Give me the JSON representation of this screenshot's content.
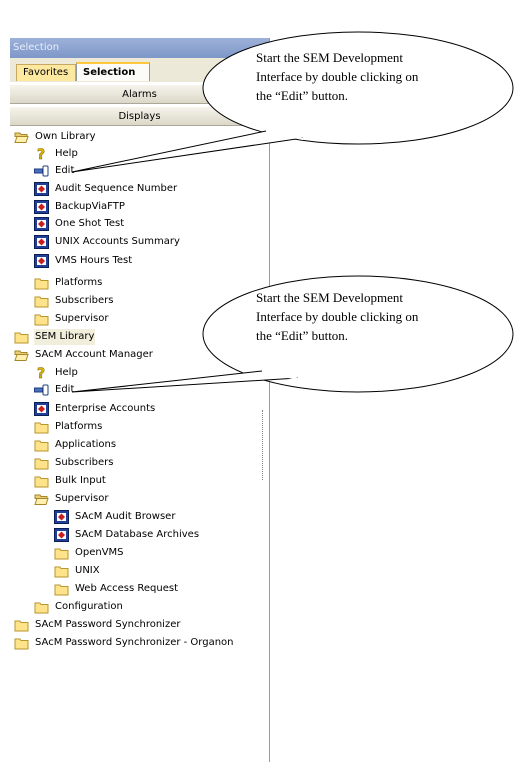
{
  "window": {
    "title": "Selection"
  },
  "tabs": {
    "favorites": "Favorites",
    "selection": "Selection"
  },
  "panel_buttons": {
    "alarms": "Alarms",
    "displays": "Displays"
  },
  "tree": [
    {
      "label": "Own Library",
      "icon": "folder-open-icon",
      "level": 0
    },
    {
      "label": "Help",
      "icon": "help-icon",
      "level": 1
    },
    {
      "label": "Edit",
      "icon": "edit-icon",
      "level": 1
    },
    {
      "label": "Audit Sequence Number",
      "icon": "display-icon",
      "level": 1
    },
    {
      "label": "BackupViaFTP",
      "icon": "display-icon",
      "level": 1
    },
    {
      "label": "One Shot Test",
      "icon": "display-icon",
      "level": 1
    },
    {
      "label": "UNIX Accounts Summary",
      "icon": "display-icon",
      "level": 1
    },
    {
      "label": "VMS Hours Test",
      "icon": "display-icon",
      "level": 1
    },
    {
      "label": "Platforms",
      "icon": "folder-icon",
      "level": 1
    },
    {
      "label": "Subscribers",
      "icon": "folder-icon",
      "level": 1
    },
    {
      "label": "Supervisor",
      "icon": "folder-icon",
      "level": 1
    },
    {
      "label": "SEM Library",
      "icon": "folder-icon",
      "level": 0,
      "selected": true
    },
    {
      "label": "SAcM Account Manager",
      "icon": "folder-open-icon",
      "level": 0
    },
    {
      "label": "Help",
      "icon": "help-icon",
      "level": 1
    },
    {
      "label": "Edit",
      "icon": "edit-icon",
      "level": 1
    },
    {
      "label": "Enterprise Accounts",
      "icon": "display-icon",
      "level": 1
    },
    {
      "label": "Platforms",
      "icon": "folder-icon",
      "level": 1
    },
    {
      "label": "Applications",
      "icon": "folder-icon",
      "level": 1
    },
    {
      "label": "Subscribers",
      "icon": "folder-icon",
      "level": 1
    },
    {
      "label": "Bulk Input",
      "icon": "folder-icon",
      "level": 1
    },
    {
      "label": "Supervisor",
      "icon": "folder-open-icon",
      "level": 1
    },
    {
      "label": "SAcM Audit Browser",
      "icon": "display-icon",
      "level": 2
    },
    {
      "label": "SAcM Database Archives",
      "icon": "display-icon",
      "level": 2
    },
    {
      "label": "OpenVMS",
      "icon": "folder-icon",
      "level": 2
    },
    {
      "label": "UNIX",
      "icon": "folder-icon",
      "level": 2
    },
    {
      "label": "Web Access Request",
      "icon": "folder-icon",
      "level": 2
    },
    {
      "label": "Configuration",
      "icon": "folder-icon",
      "level": 1
    },
    {
      "label": "SAcM Password Synchronizer",
      "icon": "folder-icon",
      "level": 0
    },
    {
      "label": "SAcM Password Synchronizer - Organon",
      "icon": "folder-icon",
      "level": 0
    }
  ],
  "callouts": [
    {
      "lines": [
        "Start the SEM Development",
        "Interface by double clicking on",
        "the “Edit” button."
      ]
    },
    {
      "lines": [
        "Start the SEM Development",
        "Interface by double clicking on",
        "the “Edit” button."
      ]
    }
  ]
}
